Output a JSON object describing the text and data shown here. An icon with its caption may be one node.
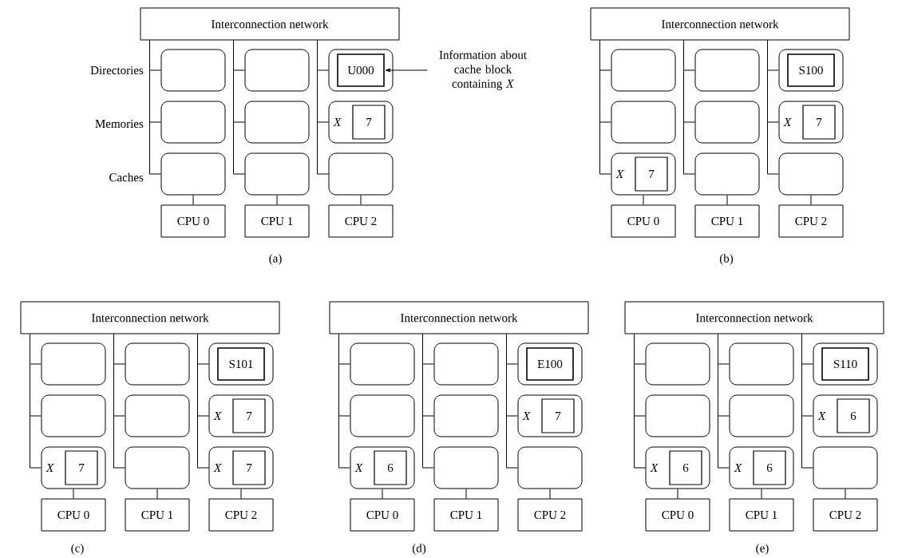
{
  "diagram": {
    "nodes": [
      {
        "text": [
          "Interconnection network"
        ]
      },
      {
        "text": [],
        "shape": "box"
      },
      {
        "text": [],
        "shape": "box"
      },
      {
        "text": [],
        "shape": "box"
      },
      {
        "text": [
          "U000"
        ],
        "in": 3
      },
      {
        "text": [],
        "shape": "box"
      },
      {
        "text": [],
        "shape": "box"
      },
      {
        "text": [
          "X"
        ]
      },
      {
        "text": [
          "7"
        ],
        "in": 7
      },
      {
        "text": [],
        "shape": "box"
      },
      {
        "text": [],
        "shape": "box"
      },
      {
        "text": [],
        "shape": "box"
      },
      {
        "text": [
          "CPU 0"
        ]
      },
      {
        "text": [
          "CPU 1"
        ]
      },
      {
        "text": [
          "CPU 2"
        ]
      },
      {
        "text": [
          "Information about cache block containing *X*"
        ]
      },
      {
        "text": [
          "Interconnection network"
        ]
      },
      {
        "text": [],
        "shape": "box"
      },
      {
        "text": [],
        "shape": "box"
      },
      {
        "text": [],
        "shape": "box"
      },
      {
        "text": [
          "S100"
        ],
        "in": 19
      },
      {
        "text": [],
        "shape": "box"
      },
      {
        "text": [],
        "shape": "box"
      },
      {
        "text": [
          "X"
        ]
      },
      {
        "text": [
          "7"
        ],
        "in": 23
      },
      {
        "text": [
          "X"
        ]
      },
      {
        "text": [
          "7"
        ],
        "in": 25
      },
      {
        "text": [],
        "shape": "box"
      },
      {
        "text": [],
        "shape": "box"
      },
      {
        "text": [
          "CPU 0"
        ]
      },
      {
        "text": [
          "CPU 1"
        ]
      },
      {
        "text": [
          "CPU 2"
        ]
      },
      {
        "text": [
          "Interconnection network"
        ]
      },
      {
        "text": [],
        "shape": "box"
      },
      {
        "text": [],
        "shape": "box"
      },
      {
        "text": [],
        "shape": "box"
      },
      {
        "text": [
          "S101"
        ],
        "in": 35
      },
      {
        "text": [],
        "shape": "box"
      },
      {
        "text": [],
        "shape": "box"
      },
      {
        "text": [
          "X"
        ]
      },
      {
        "text": [
          "7"
        ],
        "in": 39
      },
      {
        "text": [
          "X"
        ]
      },
      {
        "text": [
          "7"
        ],
        "in": 41
      },
      {
        "text": [],
        "shape": "box"
      },
      {
        "text": [
          "X"
        ]
      },
      {
        "text": [
          "7"
        ],
        "in": 44
      },
      {
        "text": [
          "CPU 0"
        ]
      },
      {
        "text": [
          "CPU 1"
        ]
      },
      {
        "text": [
          "CPU 2"
        ]
      },
      {
        "text": [
          "Interconnection network"
        ]
      },
      {
        "text": [],
        "shape": "box"
      },
      {
        "text": [],
        "shape": "box"
      },
      {
        "text": [],
        "shape": "box"
      },
      {
        "text": [
          "E100"
        ],
        "in": 52
      },
      {
        "text": [],
        "shape": "box"
      },
      {
        "text": [],
        "shape": "box"
      },
      {
        "text": [
          "X"
        ]
      },
      {
        "text": [
          "7"
        ],
        "in": 56
      },
      {
        "text": [
          "X"
        ]
      },
      {
        "text": [
          "6"
        ],
        "in": 58
      },
      {
        "text": [],
        "shape": "box"
      },
      {
        "text": [],
        "shape": "box"
      },
      {
        "text": [
          "CPU 0"
        ]
      },
      {
        "text": [
          "CPU 1"
        ]
      },
      {
        "text": [
          "CPU 2"
        ]
      },
      {
        "text": [
          "Interconnection network"
        ]
      },
      {
        "text": [],
        "shape": "box"
      },
      {
        "text": [],
        "shape": "box"
      },
      {
        "text": [],
        "shape": "box"
      },
      {
        "text": [
          "S110"
        ],
        "in": 68
      },
      {
        "text": [],
        "shape": "box"
      },
      {
        "text": [],
        "shape": "box"
      },
      {
        "text": [
          "X"
        ]
      },
      {
        "text": [
          "6"
        ],
        "in": 72
      },
      {
        "text": [
          "X"
        ]
      },
      {
        "text": [
          "6"
        ],
        "in": 74
      },
      {
        "text": [
          "X"
        ]
      },
      {
        "text": [
          "6"
        ],
        "in": 76
      },
      {
        "text": [],
        "shape": "box"
      },
      {
        "text": [
          "CPU 0"
        ]
      },
      {
        "text": [
          "CPU 1"
        ]
      },
      {
        "text": [
          "CPU 2"
        ]
      }
    ],
    "edges": [
      {
        "from": 0,
        "to": 1,
        "arrow": "none"
      },
      {
        "from": 0,
        "to": 5,
        "arrow": "none"
      },
      {
        "from": 0,
        "to": 9,
        "arrow": "none"
      },
      {
        "from": 0,
        "to": 2,
        "arrow": "none"
      },
      {
        "from": 0,
        "to": 6,
        "arrow": "none"
      },
      {
        "from": 0,
        "to": 10,
        "arrow": "none"
      },
      {
        "from": 0,
        "to": 3,
        "arrow": "none"
      },
      {
        "from": 0,
        "to": 7,
        "arrow": "none"
      },
      {
        "from": 0,
        "to": 11,
        "arrow": "none"
      },
      {
        "from": 9,
        "to": 12,
        "arrow": "none"
      },
      {
        "from": 10,
        "to": 13,
        "arrow": "none"
      },
      {
        "from": 11,
        "to": 14,
        "arrow": "none"
      },
      {
        "from": 15,
        "to": 4,
        "arrow": "to"
      },
      {
        "from": 16,
        "to": 17,
        "arrow": "none"
      },
      {
        "from": 16,
        "to": 21,
        "arrow": "none"
      },
      {
        "from": 16,
        "to": 25,
        "arrow": "none"
      },
      {
        "from": 16,
        "to": 18,
        "arrow": "none"
      },
      {
        "from": 16,
        "to": 22,
        "arrow": "none"
      },
      {
        "from": 16,
        "to": 27,
        "arrow": "none"
      },
      {
        "from": 16,
        "to": 19,
        "arrow": "none"
      },
      {
        "from": 16,
        "to": 23,
        "arrow": "none"
      },
      {
        "from": 16,
        "to": 28,
        "arrow": "none"
      },
      {
        "from": 25,
        "to": 29,
        "arrow": "none"
      },
      {
        "from": 27,
        "to": 30,
        "arrow": "none"
      },
      {
        "from": 28,
        "to": 31,
        "arrow": "none"
      },
      {
        "from": 32,
        "to": 33,
        "arrow": "none"
      },
      {
        "from": 32,
        "to": 37,
        "arrow": "none"
      },
      {
        "from": 32,
        "to": 41,
        "arrow": "none"
      },
      {
        "from": 32,
        "to": 34,
        "arrow": "none"
      },
      {
        "from": 32,
        "to": 38,
        "arrow": "none"
      },
      {
        "from": 32,
        "to": 43,
        "arrow": "none"
      },
      {
        "from": 32,
        "to": 35,
        "arrow": "none"
      },
      {
        "from": 32,
        "to": 39,
        "arrow": "none"
      },
      {
        "from": 32,
        "to": 44,
        "arrow": "none"
      },
      {
        "from": 41,
        "to": 46,
        "arrow": "none"
      },
      {
        "from": 43,
        "to": 47,
        "arrow": "none"
      },
      {
        "from": 44,
        "to": 48,
        "arrow": "none"
      },
      {
        "from": 49,
        "to": 50,
        "arrow": "none"
      },
      {
        "from": 49,
        "to": 54,
        "arrow": "none"
      },
      {
        "from": 49,
        "to": 58,
        "arrow": "none"
      },
      {
        "from": 49,
        "to": 51,
        "arrow": "none"
      },
      {
        "from": 49,
        "to": 55,
        "arrow": "none"
      },
      {
        "from": 49,
        "to": 60,
        "arrow": "none"
      },
      {
        "from": 49,
        "to": 52,
        "arrow": "none"
      },
      {
        "from": 49,
        "to": 56,
        "arrow": "none"
      },
      {
        "from": 49,
        "to": 61,
        "arrow": "none"
      },
      {
        "from": 58,
        "to": 62,
        "arrow": "none"
      },
      {
        "from": 60,
        "to": 63,
        "arrow": "none"
      },
      {
        "from": 61,
        "to": 64,
        "arrow": "none"
      },
      {
        "from": 65,
        "to": 66,
        "arrow": "none"
      },
      {
        "from": 65,
        "to": 70,
        "arrow": "none"
      },
      {
        "from": 65,
        "to": 74,
        "arrow": "none"
      },
      {
        "from": 65,
        "to": 67,
        "arrow": "none"
      },
      {
        "from": 65,
        "to": 71,
        "arrow": "none"
      },
      {
        "from": 65,
        "to": 76,
        "arrow": "none"
      },
      {
        "from": 65,
        "to": 68,
        "arrow": "none"
      },
      {
        "from": 65,
        "to": 72,
        "arrow": "none"
      },
      {
        "from": 65,
        "to": 78,
        "arrow": "none"
      },
      {
        "from": 74,
        "to": 79,
        "arrow": "none"
      },
      {
        "from": 76,
        "to": 80,
        "arrow": "none"
      },
      {
        "from": 78,
        "to": 81,
        "arrow": "none"
      }
    ],
    "labels": [
      "Directories",
      "Memories",
      "Caches",
      "(a)",
      "(b)",
      "(c)",
      "(d)",
      "(e)"
    ]
  }
}
